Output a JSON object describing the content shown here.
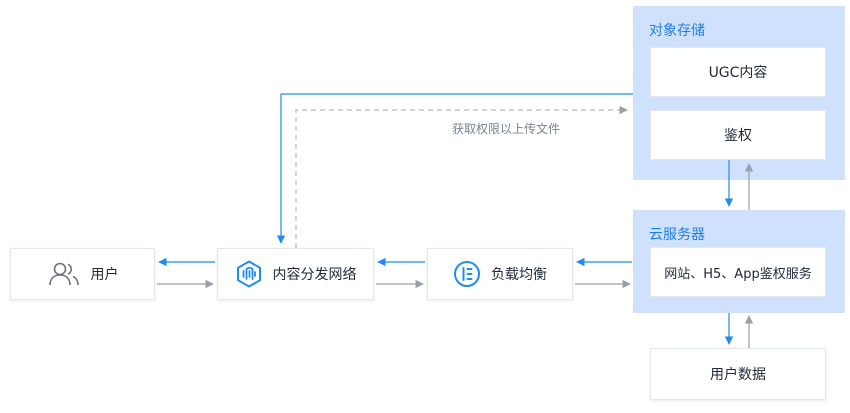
{
  "object_storage": {
    "title": "对象存储",
    "items": [
      "UGC内容",
      "鉴权"
    ]
  },
  "cloud_server": {
    "title": "云服务器",
    "services": "网站、H5、App鉴权服务"
  },
  "nodes": {
    "user": "用户",
    "cdn": "内容分发网络",
    "load_balancer": "负载均衡",
    "user_data": "用户数据"
  },
  "annotations": {
    "upload_permission": "获取权限以上传文件"
  },
  "colors": {
    "accent_blue": "#1f8cf0",
    "gray_arrow": "#9aa0a8",
    "panel_bg": "#cfe1fc",
    "title_blue": "#1f7ee6"
  },
  "icons": {
    "user": "users-icon",
    "cdn": "cdn-hexagon-icon",
    "load_balancer": "load-balancer-icon"
  }
}
